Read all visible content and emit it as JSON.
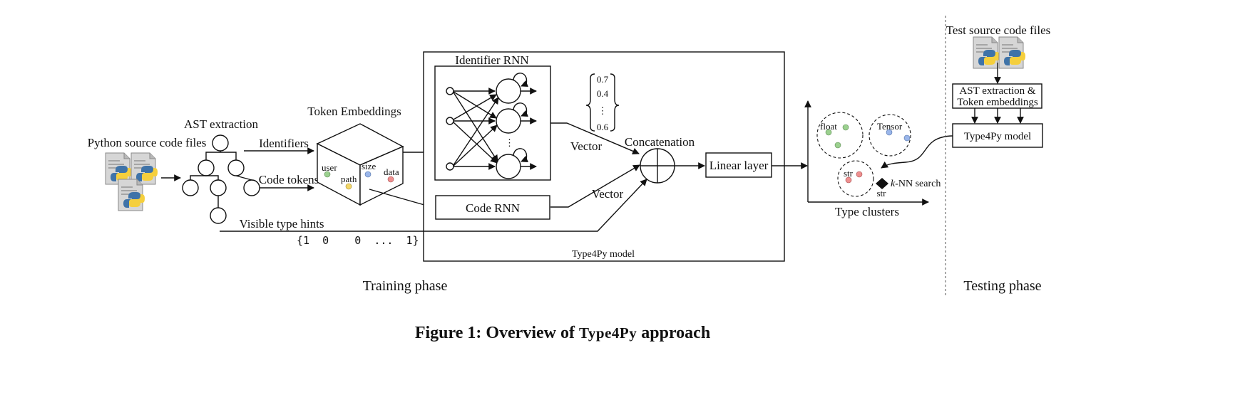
{
  "labels": {
    "python_source": "Python source code files",
    "ast_extraction": "AST extraction",
    "identifiers": "Identifiers",
    "code_tokens": "Code tokens",
    "token_embeddings": "Token Embeddings",
    "cube_user": "user",
    "cube_path": "path",
    "cube_size": "size",
    "cube_data": "data",
    "identifier_rnn": "Identifier RNN",
    "code_rnn": "Code RNN",
    "vector_top": "Vector",
    "vector_bottom": "Vector",
    "vec_v1": "0.7",
    "vec_v2": "0.4",
    "vec_vdots": "⋮",
    "vec_v3": "0.6",
    "concatenation": "Concatenation",
    "linear_layer": "Linear layer",
    "visible_type_hints": "Visible type hints",
    "type_hint_vector": "{1  0    0  ...  1}",
    "type4py_model_inner": "Type4Py model",
    "training_phase": "Training phase",
    "type_clusters": "Type clusters",
    "cluster_float": "float",
    "cluster_tensor": "Tensor",
    "cluster_str": "str",
    "query_str": "str",
    "knn_k": "k",
    "knn_search": "-NN search",
    "test_source": "Test source code files",
    "ast_token_1": "AST extraction &",
    "ast_token_2": "Token embeddings",
    "type4py_model_test": "Type4Py model",
    "testing_phase": "Testing phase",
    "caption_prefix": "Figure 1: Overview of ",
    "caption_name": "Type4Py",
    "caption_suffix": " approach"
  },
  "colors": {
    "green_dot": "#9bd08f",
    "blue_dot": "#9ab6ea",
    "red_dot": "#ee8f8f",
    "yellow_dot": "#f3d76a",
    "python_blue": "#3f73a8",
    "python_yellow": "#f5cf3d",
    "file_grey": "#9a9a9a"
  },
  "icons": [
    "python-file-icon"
  ]
}
